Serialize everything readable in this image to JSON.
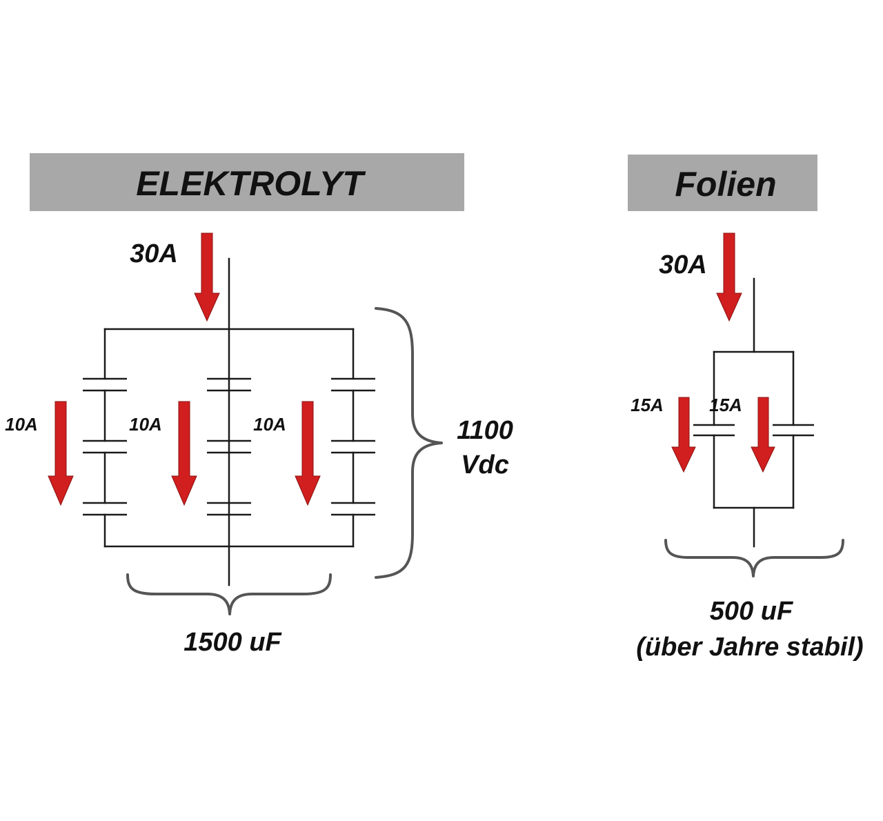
{
  "colors": {
    "arrow": "#d11f1f",
    "header_bg": "#a8a8a8",
    "line": "#1a1a1a",
    "brace": "#555555"
  },
  "left": {
    "header": "ELEKTROLYT",
    "input_current": "30A",
    "branch_currents": [
      "10A",
      "10A",
      "10A"
    ],
    "voltage_line1": "1100",
    "voltage_line2": "Vdc",
    "capacitance": "1500 uF"
  },
  "right": {
    "header": "Folien",
    "input_current": "30A",
    "branch_currents": [
      "15A",
      "15A"
    ],
    "capacitance": "500 uF",
    "note": "(über Jahre stabil)"
  }
}
